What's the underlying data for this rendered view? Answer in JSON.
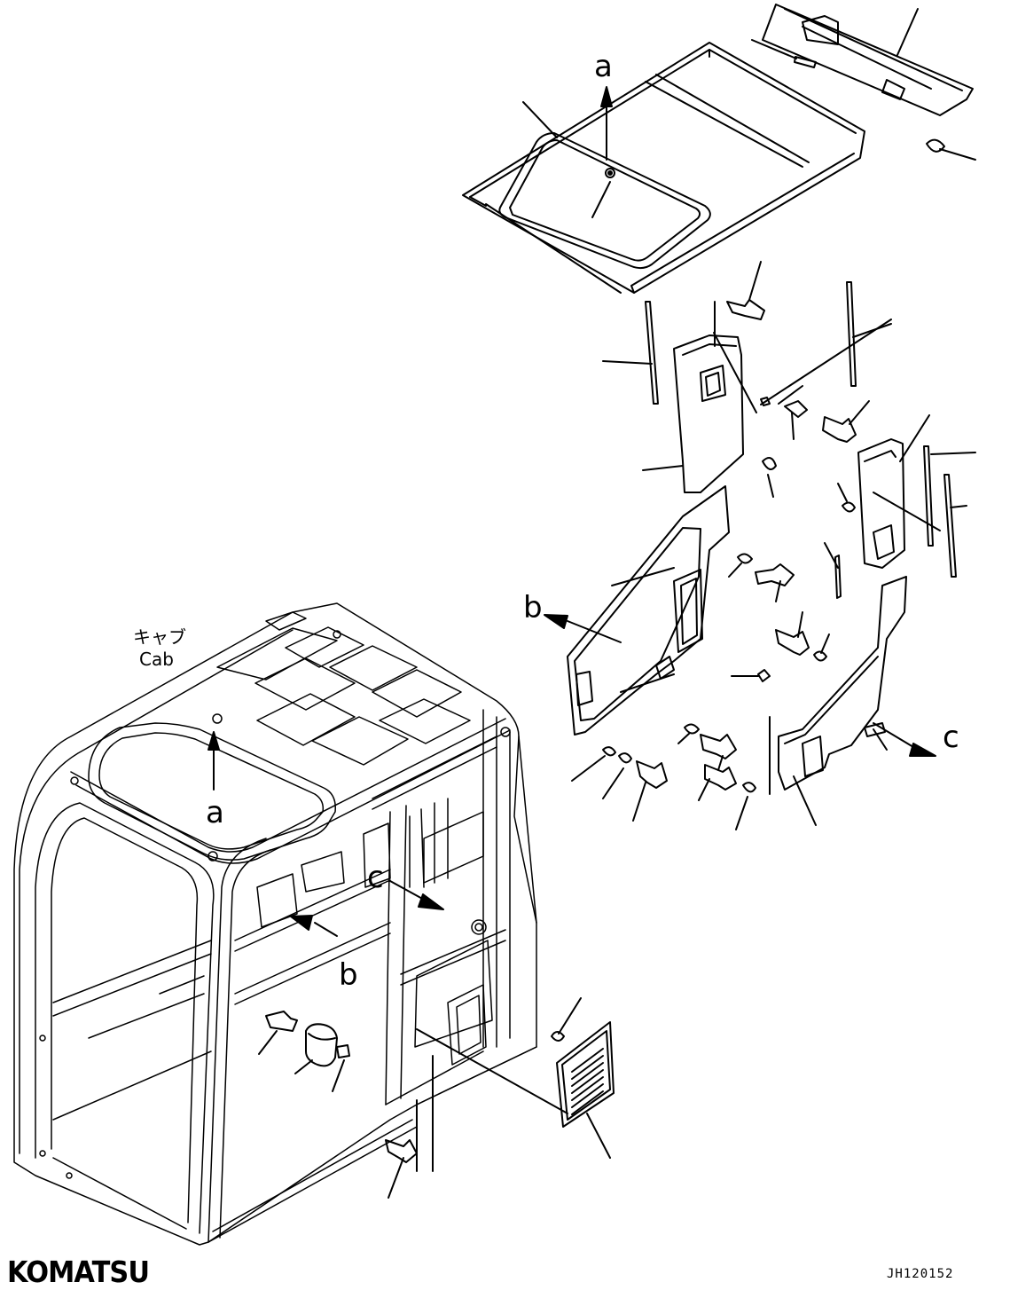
{
  "diagram": {
    "callouts": {
      "a": "a",
      "b": "b",
      "c": "c"
    },
    "cab_label_jp": "キャブ",
    "cab_label_en": "Cab",
    "drawing_code": "JH120152",
    "brand": "KOMATSU"
  }
}
